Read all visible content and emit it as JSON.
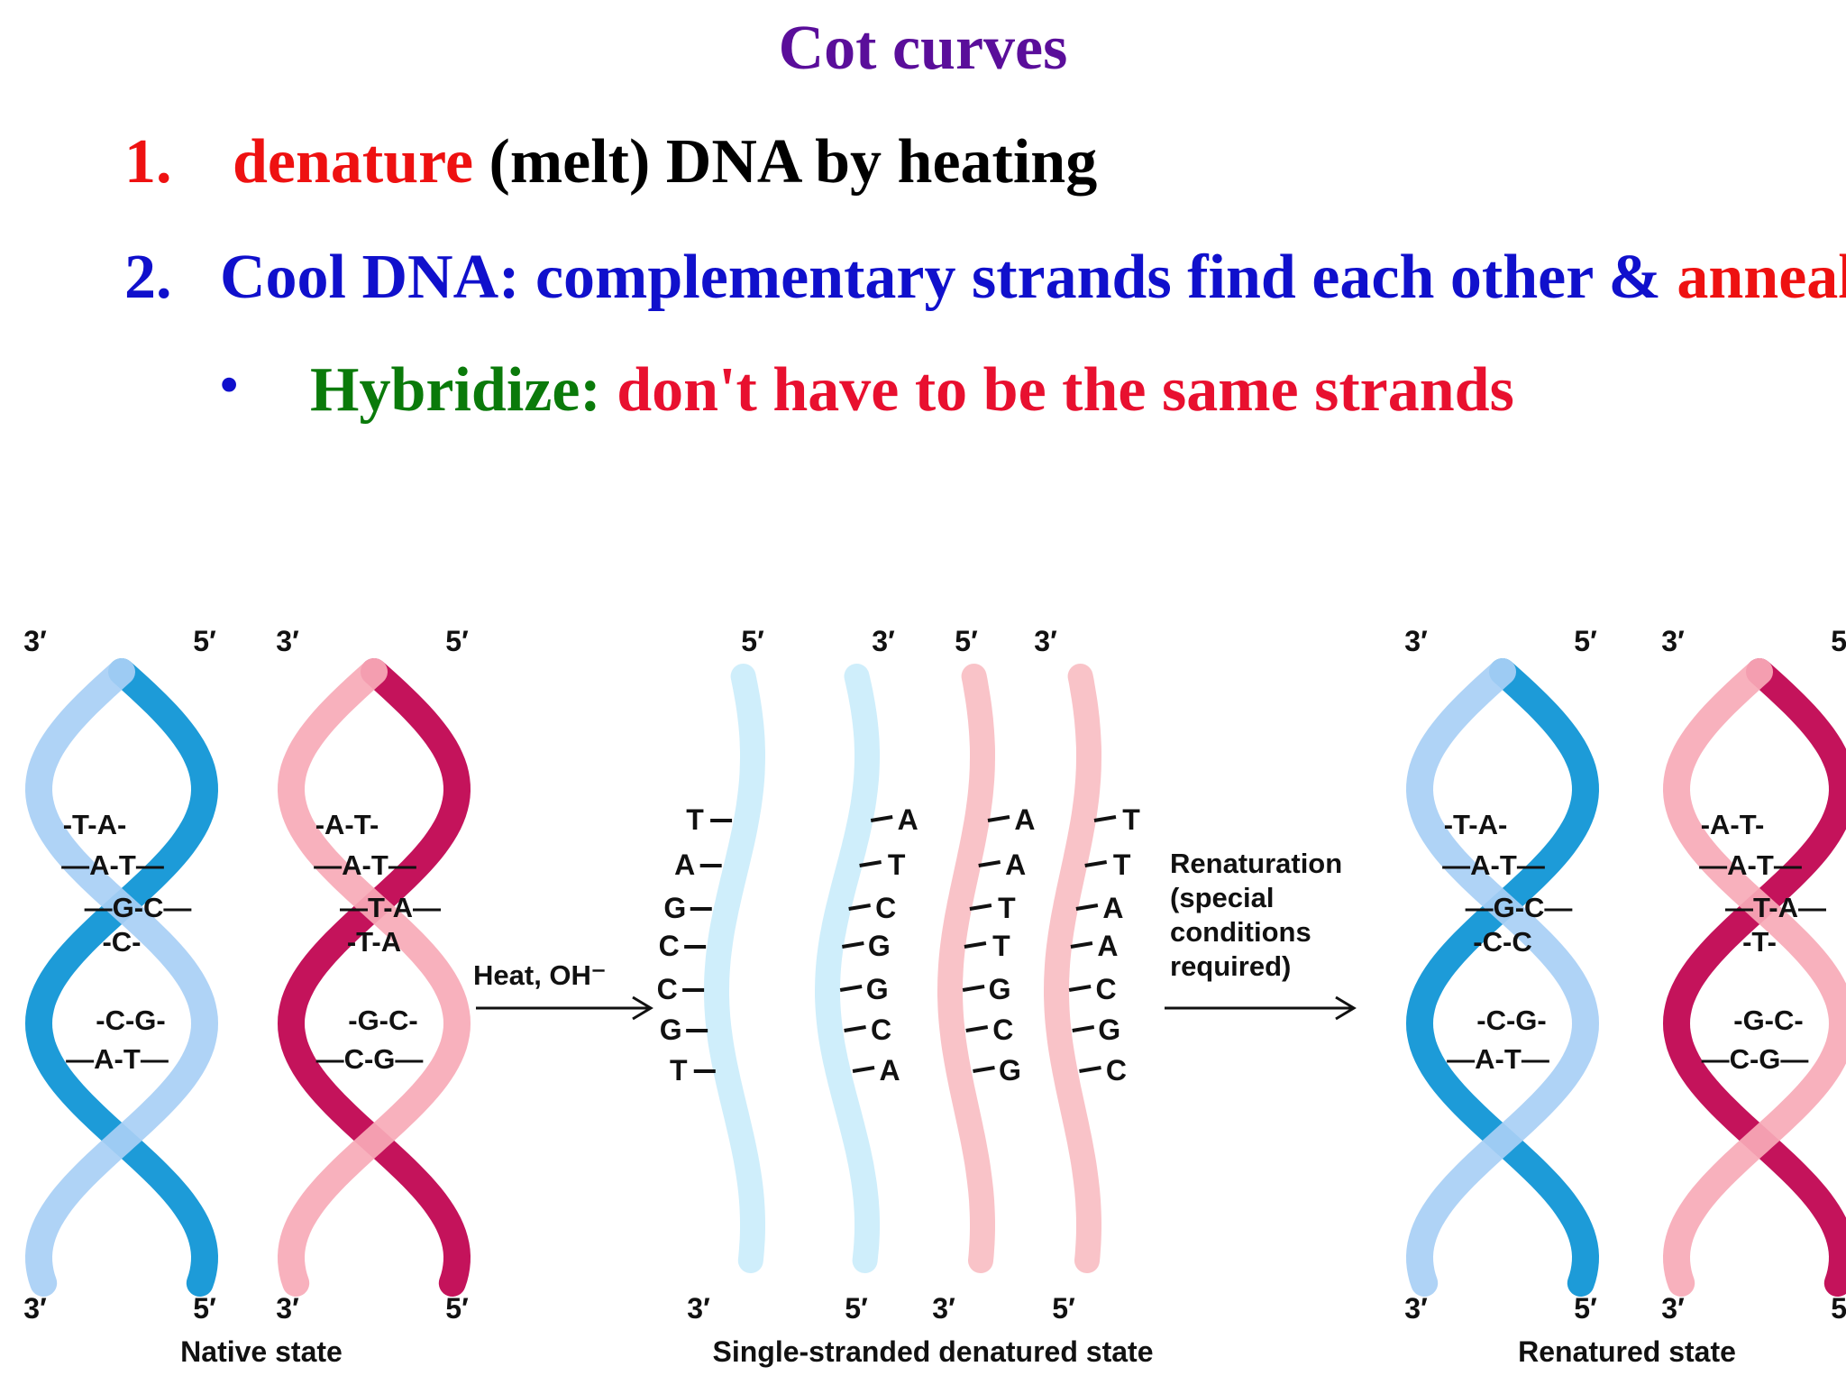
{
  "title": "Cot curves",
  "steps": [
    {
      "number": "1.",
      "parts": [
        {
          "text": "denature",
          "color": "#ee1111"
        },
        {
          "text": " (melt) DNA by heating",
          "color": "#000000"
        }
      ]
    },
    {
      "number": "2.",
      "parts": [
        {
          "text": "Cool DNA: complementary strands find each other & ",
          "color": "#1010cc"
        },
        {
          "text": "anneal",
          "color": "#ee1111"
        }
      ]
    }
  ],
  "bullet": {
    "marker": "•",
    "label": "Hybridize:",
    "text": "don't have to be the same strands"
  },
  "colors": {
    "title": "#5a0e9a",
    "step1_number": "#ee1111",
    "step2_number": "#1010cc",
    "bullet_marker": "#1010cc",
    "bullet_label": "#0a7a0a",
    "bullet_text": "#e8102f",
    "blue_dark": "#1d9bd8",
    "blue_light": "#a8cff5",
    "red_dark": "#c4135b",
    "red_light": "#f7aab7",
    "single_blue": "#cfeefb",
    "single_red": "#f9c3c8"
  },
  "diagram": {
    "end_labels": {
      "three_prime": "3′",
      "five_prime": "5′"
    },
    "native_blue_pairs": [
      "-T-A-",
      "—A-T—",
      "—G-C—",
      "-C-",
      "-C-G-",
      "—A-T—"
    ],
    "native_red_pairs": [
      "-A-T-",
      "—A-T—",
      "—T-A—",
      "-T-A",
      "-G-C-",
      "—C-G—"
    ],
    "renatured_blue_pairs": [
      "-T-A-",
      "—A-T—",
      "—G-C—",
      "-C-C",
      "-C-G-",
      "—A-T—"
    ],
    "renatured_red_pairs": [
      "-A-T-",
      "—A-T—",
      "—T-A—",
      "-T-",
      "-G-C-",
      "—C-G—"
    ],
    "single_strand_1_bases": [
      "T",
      "A",
      "G",
      "C",
      "C",
      "G",
      "T"
    ],
    "single_strand_2_bases": [
      "A",
      "T",
      "C",
      "G",
      "G",
      "C",
      "A"
    ],
    "single_strand_3_bases": [
      "A",
      "A",
      "T",
      "T",
      "G",
      "C",
      "G"
    ],
    "single_strand_4_bases": [
      "T",
      "T",
      "A",
      "A",
      "C",
      "G",
      "C"
    ],
    "heat_label": "Heat, OH⁻",
    "renaturation_label": [
      "Renaturation",
      "(special",
      "conditions",
      "required)"
    ],
    "captions": {
      "native": "Native state",
      "single": "Single-stranded denatured state",
      "renatured": "Renatured state"
    }
  }
}
